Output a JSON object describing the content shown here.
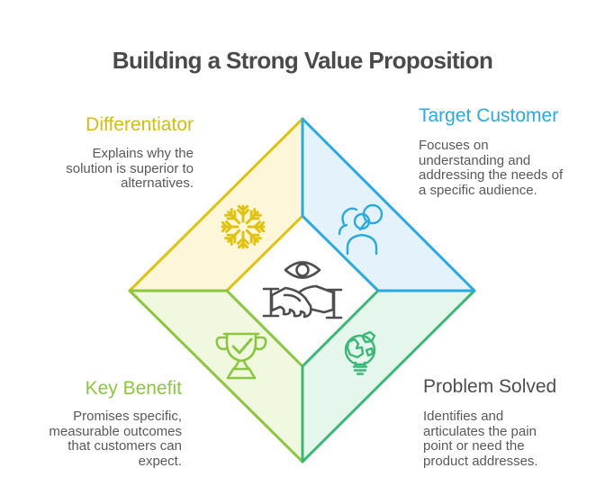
{
  "title": "Building a Strong Value Proposition",
  "title_color": "#4a4a4a",
  "body_text_color": "#58595b",
  "sections": {
    "differentiator": {
      "label": "Differentiator",
      "label_color": "#d2bd16",
      "accent_color": "#e0c312",
      "fill_color": "#fcf7d9",
      "icon": "snowflake-icon",
      "description": "Explains why the\nsolution is superior to\nalternatives."
    },
    "target_customer": {
      "label": "Target Customer",
      "label_color": "#29abe2",
      "accent_color": "#29abe2",
      "fill_color": "#e4f2fb",
      "icon": "person-magnifier-icon",
      "description": "Focuses on\nunderstanding and\naddressing the needs of\na specific audience."
    },
    "key_benefit": {
      "label": "Key Benefit",
      "label_color": "#8cc63f",
      "accent_color": "#8cc63f",
      "fill_color": "#f0f8e0",
      "icon": "trophy-check-icon",
      "description": "Promises specific,\nmeasurable outcomes\nthat customers can\nexpect."
    },
    "problem_solved": {
      "label": "Problem Solved",
      "label_color": "#4d4d4d",
      "accent_color": "#3bb878",
      "fill_color": "#e5f6ed",
      "icon": "globe-bulb-icon",
      "description": "Identifies and\narticulates the pain\npoint or need the\nproduct addresses."
    }
  },
  "center": {
    "icon_color": "#4d4d4d",
    "icons": "eye-icon handshake-icon"
  }
}
